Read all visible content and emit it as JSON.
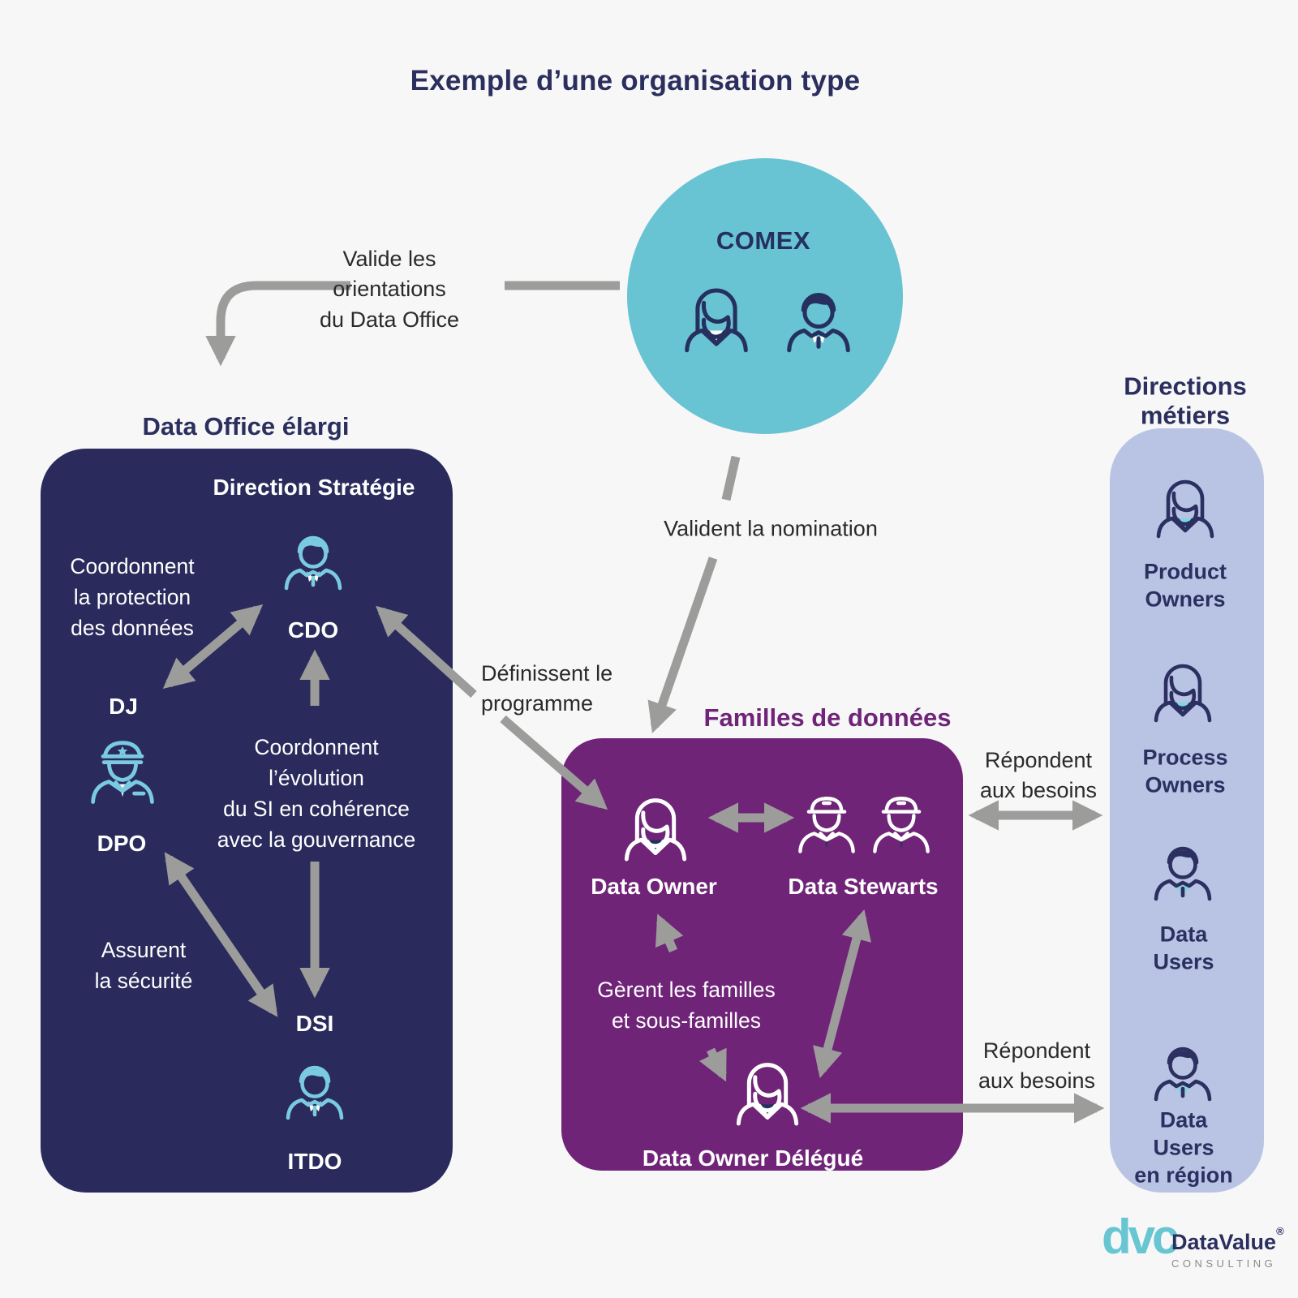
{
  "title": "Exemple d’une organisation type",
  "comex": {
    "label": "COMEX",
    "icons": [
      "businesswoman-icon",
      "businessman-icon"
    ]
  },
  "annotations": {
    "valide_orientations": "Valide les\norientations\ndu Data Office",
    "valident_nomination": "Valident la nomination",
    "definissent_programme": "Définissent le\nprogramme",
    "coordonnent_protection": "Coordonnent\nla protection\ndes données",
    "coordonnent_evolution": "Coordonnent\nl’évolution\ndu SI en cohérence\navec la gouvernance",
    "assurent_securite": "Assurent\nla sécurité",
    "gerent_familles": "Gèrent les familles\net sous-familles",
    "repondent_besoins_haut": "Répondent\naux besoins",
    "repondent_besoins_bas": "Répondent\naux besoins"
  },
  "data_office": {
    "heading": "Data Office élargi",
    "direction": "Direction Stratégie",
    "cdo": "CDO",
    "dj": "DJ",
    "dpo": "DPO",
    "dsi": "DSI",
    "itdo": "ITDO"
  },
  "familles": {
    "heading": "Familles de données",
    "data_owner": "Data Owner",
    "data_stewarts": "Data Stewarts",
    "data_owner_delegue": "Data Owner Délégué"
  },
  "directions_metiers": {
    "heading": "Directions\nmétiers",
    "roles": [
      {
        "label": "Product\nOwners",
        "icon": "businesswoman-icon"
      },
      {
        "label": "Process\nOwners",
        "icon": "businesswoman-icon"
      },
      {
        "label": "Data\nUsers",
        "icon": "businessman-icon"
      },
      {
        "label": "Data Users\nen région",
        "icon": "businessman-icon"
      }
    ]
  },
  "logo": {
    "monogram": "dvc",
    "name": "DataValue",
    "registered": "®",
    "tagline": "CONSULTING"
  },
  "colors": {
    "background": "#f7f7f8",
    "navy_box": "#2a2b5c",
    "purple_box": "#6f2478",
    "teal_circle": "#68c3d3",
    "lavender_box": "#b9c3e4",
    "arrow_gray": "#9c9c9a",
    "heading_navy": "#2b2f5e",
    "heading_purple": "#6f2478",
    "icon_lightblue": "#7acbe0",
    "icon_teal_accent": "#7fd8dd",
    "logo_teal": "#68c5d2",
    "text_dark": "#2a2a2a"
  }
}
